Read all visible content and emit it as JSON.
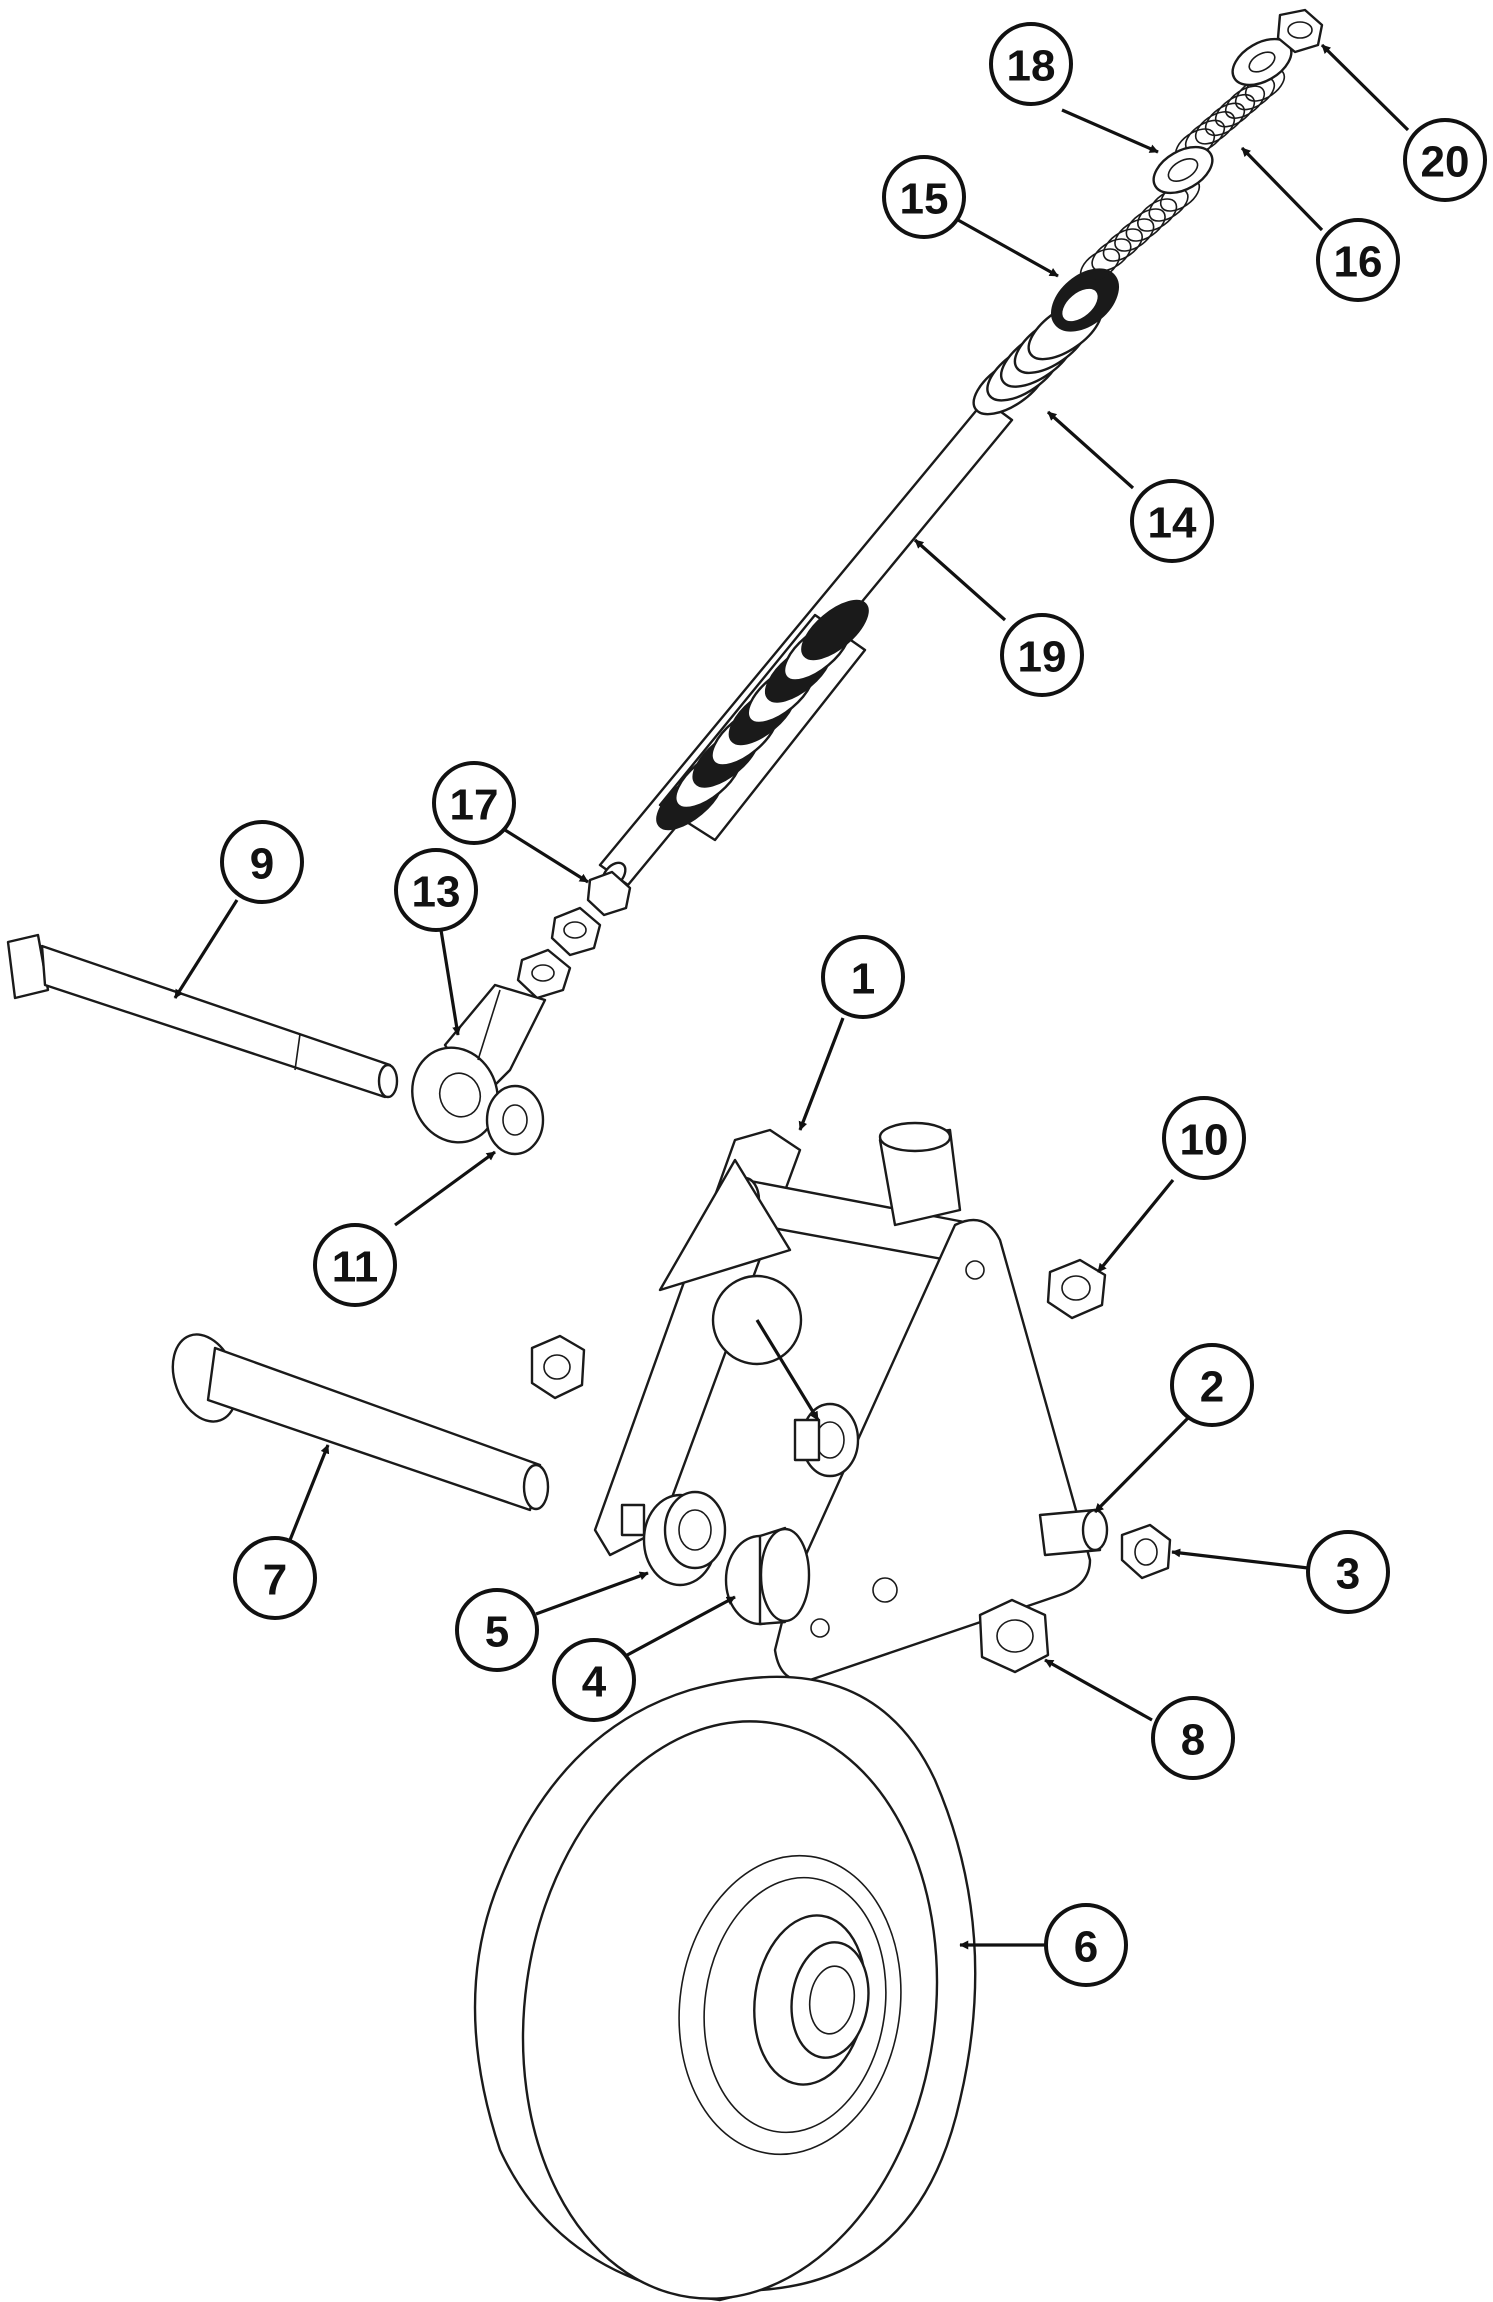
{
  "callouts": [
    {
      "id": "1",
      "label": "1"
    },
    {
      "id": "2",
      "label": "2"
    },
    {
      "id": "3",
      "label": "3"
    },
    {
      "id": "4",
      "label": "4"
    },
    {
      "id": "5",
      "label": "5"
    },
    {
      "id": "6",
      "label": "6"
    },
    {
      "id": "7",
      "label": "7"
    },
    {
      "id": "8",
      "label": "8"
    },
    {
      "id": "9",
      "label": "9"
    },
    {
      "id": "10",
      "label": "10"
    },
    {
      "id": "11",
      "label": "11"
    },
    {
      "id": "13",
      "label": "13"
    },
    {
      "id": "14",
      "label": "14"
    },
    {
      "id": "15",
      "label": "15"
    },
    {
      "id": "16",
      "label": "16"
    },
    {
      "id": "17",
      "label": "17"
    },
    {
      "id": "18",
      "label": "18"
    },
    {
      "id": "19",
      "label": "19"
    },
    {
      "id": "20",
      "label": "20"
    }
  ],
  "colors": {
    "line": "#1a1a1a",
    "background": "#ffffff"
  }
}
